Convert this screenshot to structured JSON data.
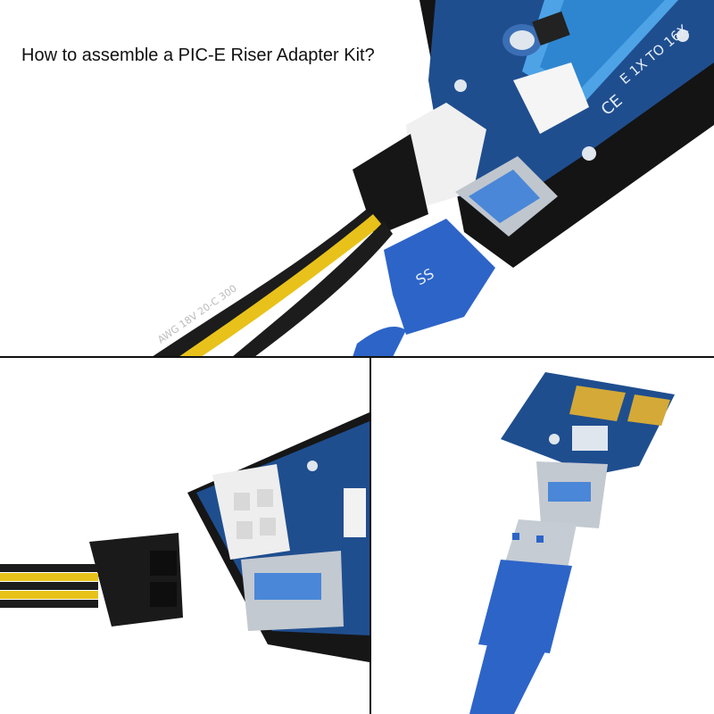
{
  "title": "How to assemble a PIC-E Riser Adapter Kit?",
  "board_print": {
    "slot_text": "E 1X TO 16X",
    "ce_mark": "CE"
  },
  "cable_print": "AWG 18V 20-C 300",
  "usb_logo": "SS",
  "colors": {
    "pcb_blue": "#1f4e8f",
    "usb_blue": "#2d64c8",
    "connector_black": "#1a1a1a",
    "wire_yellow": "#e8c21a",
    "background": "#ffffff"
  }
}
